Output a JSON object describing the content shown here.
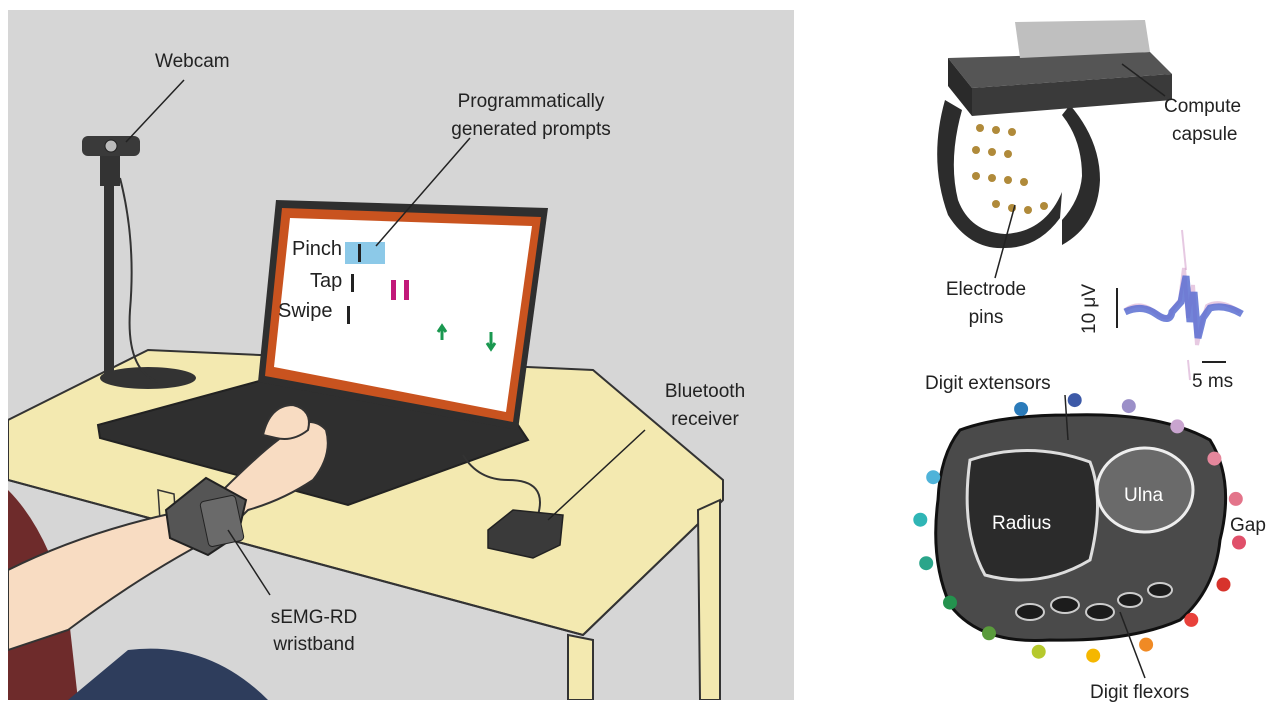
{
  "setup": {
    "labels": {
      "webcam": "Webcam",
      "prompts_line1": "Programmatically",
      "prompts_line2": "generated prompts",
      "bluetooth_line1": "Bluetooth",
      "bluetooth_line2": "receiver",
      "wristband_line1": "sEMG-RD",
      "wristband_line2": "wristband"
    },
    "screen_prompts": [
      "Pinch",
      "Tap",
      "Swipe"
    ],
    "colors": {
      "background": "#d6d6d6",
      "table": "#f3e9b0",
      "screen_border": "#c9531f",
      "highlight": "#8cc9e8",
      "tap_marker": "#c2187a",
      "swipe_marker": "#1a9850"
    }
  },
  "device": {
    "labels": {
      "compute_line1": "Compute",
      "compute_line2": "capsule",
      "electrode_line1": "Electrode",
      "electrode_line2": "pins"
    },
    "signal": {
      "amplitude_scale": "10 μV",
      "time_scale": "5 ms",
      "color": "#5b6fd1"
    }
  },
  "anatomy": {
    "labels": {
      "extensors": "Digit extensors",
      "flexors": "Digit flexors",
      "radius": "Radius",
      "ulna": "Ulna",
      "gap": "Gap"
    },
    "electrode_colors": [
      "#2b7bba",
      "#3d5aa8",
      "#9b8fc8",
      "#c9a4cf",
      "#e5879c",
      "#e3748a",
      "#e0506a",
      "#d7332c",
      "#e8413b",
      "#f08a24",
      "#f5b700",
      "#b6c92d",
      "#5a9b3c",
      "#24924e",
      "#2aa58a",
      "#2fb5b5",
      "#4fb3d9"
    ]
  }
}
